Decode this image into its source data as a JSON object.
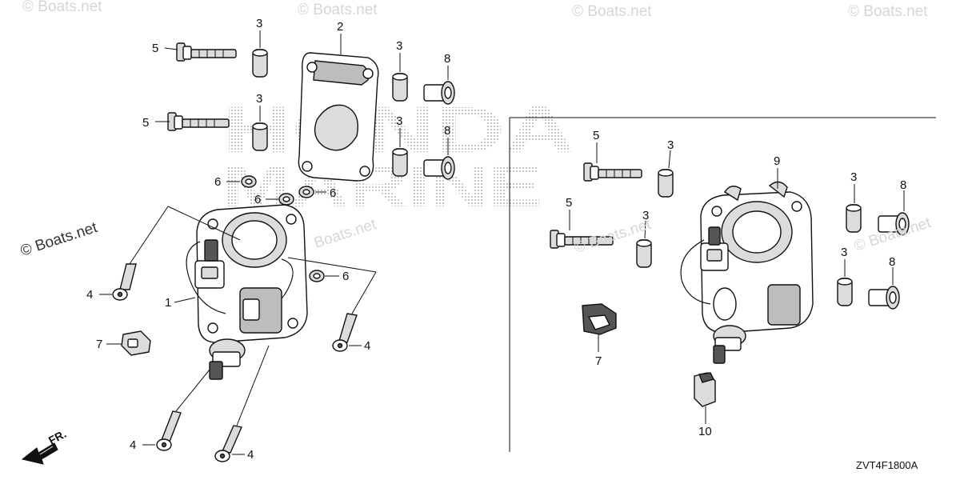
{
  "watermarks": {
    "top": [
      "© Boats.net",
      "© Boats.net",
      "© Boats.net",
      "© Boats.net"
    ],
    "left": "© Boats.net",
    "middle": "Boats.net",
    "right_center": "© Boats.net",
    "right_edge": "© Boats.net",
    "logo_line1": "HONDA",
    "logo_line2": "MARINE"
  },
  "callouts": {
    "left": [
      {
        "id": "l-5a",
        "label": "5"
      },
      {
        "id": "l-3a",
        "label": "3"
      },
      {
        "id": "l-2",
        "label": "2"
      },
      {
        "id": "l-3b",
        "label": "3"
      },
      {
        "id": "l-8a",
        "label": "8"
      },
      {
        "id": "l-5b",
        "label": "5"
      },
      {
        "id": "l-3c",
        "label": "3"
      },
      {
        "id": "l-3d",
        "label": "3"
      },
      {
        "id": "l-8b",
        "label": "8"
      },
      {
        "id": "l-6a",
        "label": "6"
      },
      {
        "id": "l-6b",
        "label": "6"
      },
      {
        "id": "l-6c",
        "label": "6"
      },
      {
        "id": "l-6d",
        "label": "6"
      },
      {
        "id": "l-4a",
        "label": "4"
      },
      {
        "id": "l-1",
        "label": "1"
      },
      {
        "id": "l-4b",
        "label": "4"
      },
      {
        "id": "l-7",
        "label": "7"
      },
      {
        "id": "l-4c",
        "label": "4"
      },
      {
        "id": "l-4d",
        "label": "4"
      }
    ],
    "right": [
      {
        "id": "r-5a",
        "label": "5"
      },
      {
        "id": "r-3a",
        "label": "3"
      },
      {
        "id": "r-9",
        "label": "9"
      },
      {
        "id": "r-3b",
        "label": "3"
      },
      {
        "id": "r-8a",
        "label": "8"
      },
      {
        "id": "r-5b",
        "label": "5"
      },
      {
        "id": "r-3c",
        "label": "3"
      },
      {
        "id": "r-3d",
        "label": "3"
      },
      {
        "id": "r-8b",
        "label": "8"
      },
      {
        "id": "r-7",
        "label": "7"
      },
      {
        "id": "r-10",
        "label": "10"
      }
    ]
  },
  "direction": "FR.",
  "diagram_code": "ZVT4F1800A",
  "colors": {
    "line": "#111111",
    "watermark": "#d6d6d6",
    "background": "#ffffff"
  }
}
